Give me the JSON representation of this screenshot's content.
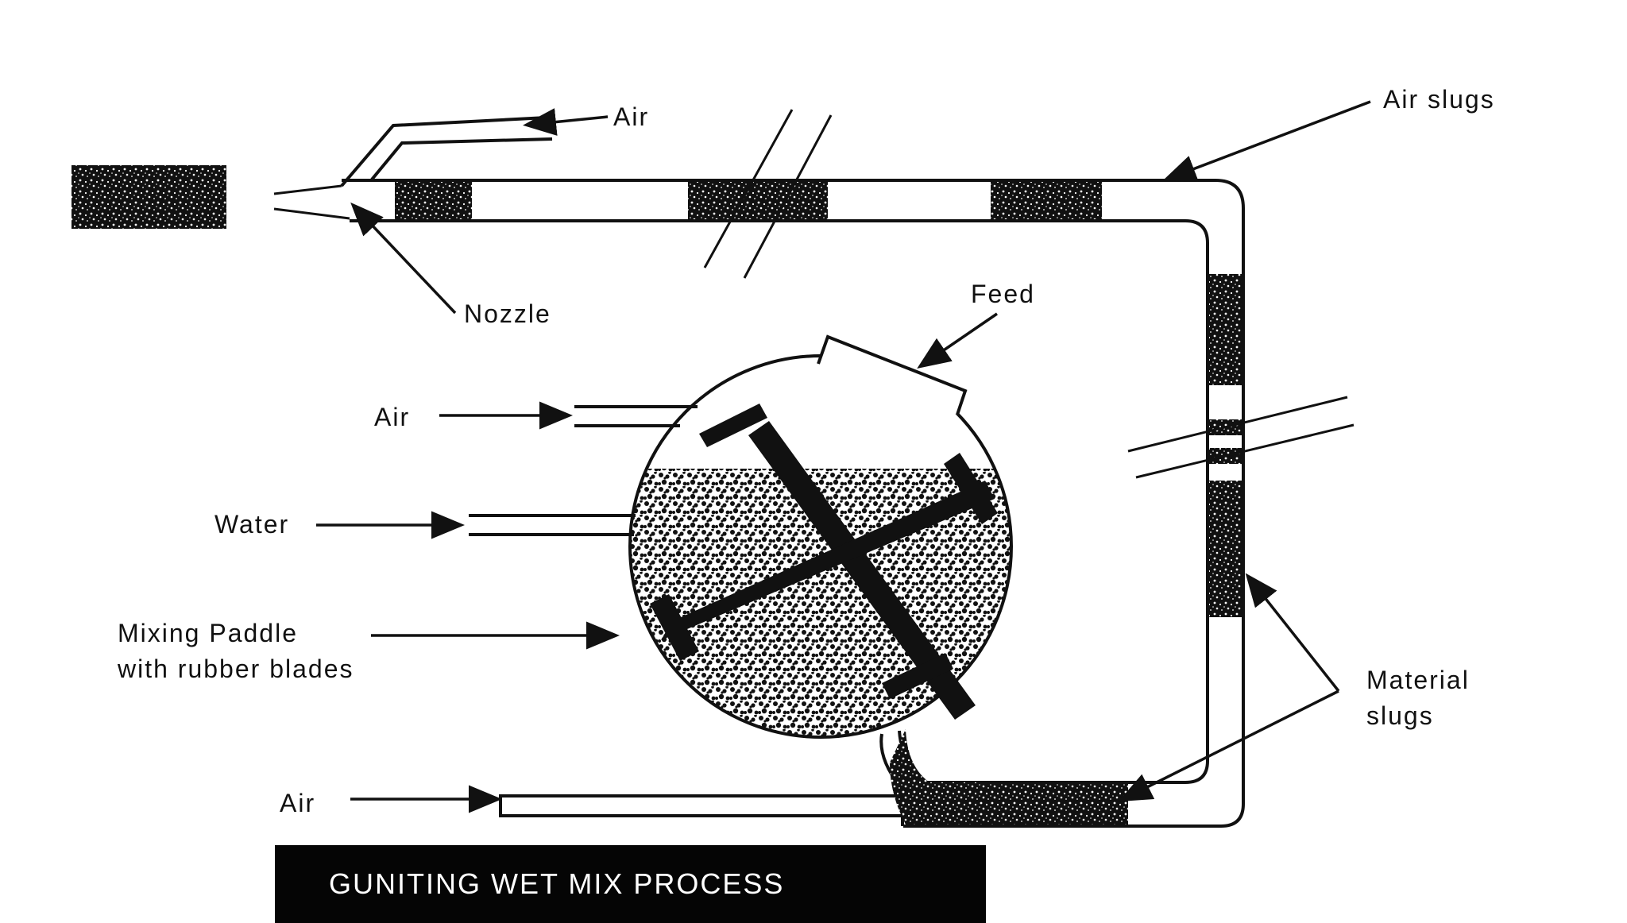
{
  "labels": {
    "air_top": "Air",
    "air_slugs": "Air slugs",
    "nozzle": "Nozzle",
    "feed": "Feed",
    "air_mid": "Air",
    "water": "Water",
    "mixing_paddle_line1": "Mixing Paddle",
    "mixing_paddle_line2": "with rubber blades",
    "material_slugs_line1": "Material",
    "material_slugs_line2": "slugs",
    "air_bottom": "Air"
  },
  "title": "GUNITING WET MIX PROCESS",
  "colors": {
    "ink": "#111111",
    "title_background": "#050505",
    "title_text": "#ffffff"
  }
}
